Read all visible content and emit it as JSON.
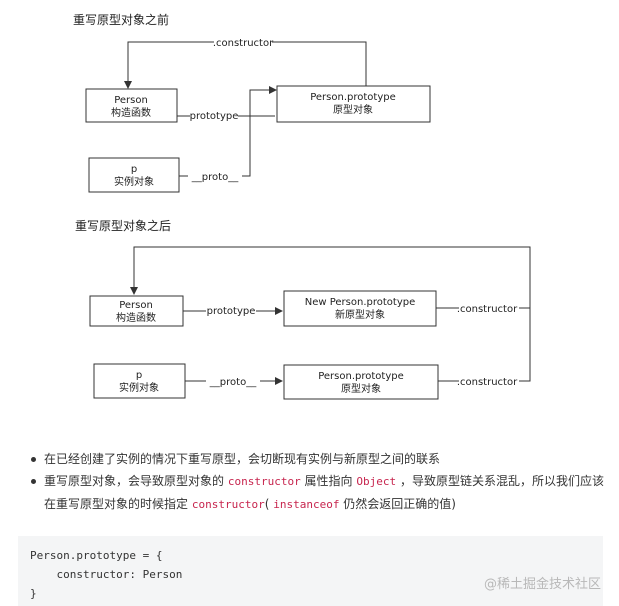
{
  "diagram_before": {
    "title": "重写原型对象之前",
    "nodes": {
      "person_ctor": {
        "line1": "Person",
        "line2": "构造函数"
      },
      "person_proto": {
        "line1": "Person.prototype",
        "line2": "原型对象"
      },
      "instance_p": {
        "line1": "p",
        "line2": "实例对象"
      }
    },
    "edges": {
      "constructor": ".constructor",
      "prototype": "prototype",
      "proto": "__proto__"
    }
  },
  "diagram_after": {
    "title": "重写原型对象之后",
    "nodes": {
      "person_ctor": {
        "line1": "Person",
        "line2": "构造函数"
      },
      "new_proto": {
        "line1": "New Person.prototype",
        "line2": "新原型对象"
      },
      "instance_p": {
        "line1": "p",
        "line2": "实例对象"
      },
      "old_proto": {
        "line1": "Person.prototype",
        "line2": "原型对象"
      }
    },
    "edges": {
      "prototype": "prototype",
      "proto": "__proto__",
      "constructor_new": ".constructor",
      "constructor_old": ".constructor"
    }
  },
  "notes": {
    "item1": "在已经创建了实例的情况下重写原型，会切断现有实例与新原型之间的联系",
    "item2": {
      "t1": "重写原型对象，会导致原型对象的",
      "c1": "constructor",
      "t2": "属性指向",
      "c2": "Object",
      "t3": "，导致原型链关系混乱，所以我们应该在重写原型对象的时候指定",
      "c3": "constructor",
      "t4": "(",
      "c4": "instanceof",
      "t5": "仍然会返回正确的值)"
    }
  },
  "code": {
    "line1": "Person.prototype = {",
    "line2": "    constructor: Person",
    "line3": "}"
  },
  "watermark": "@稀土掘金技术社区"
}
